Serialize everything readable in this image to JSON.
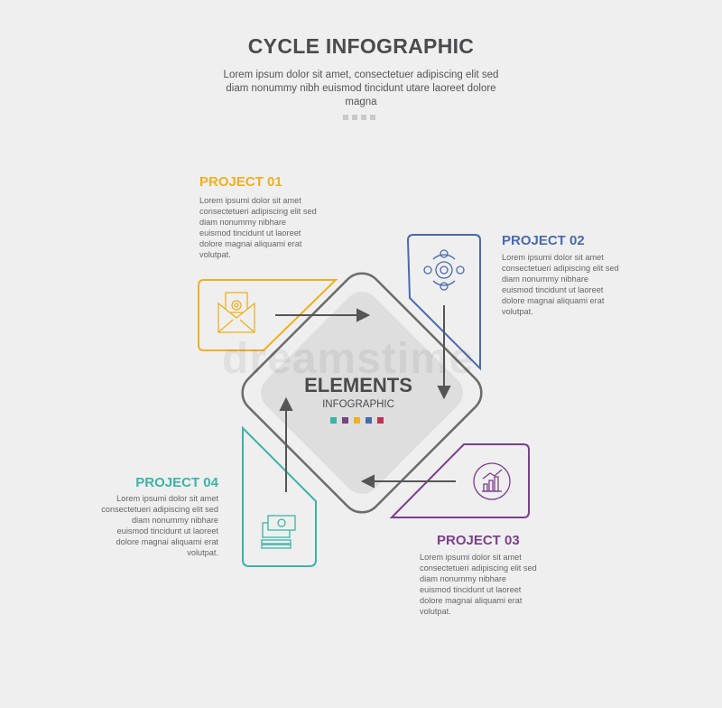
{
  "header": {
    "title": "CYCLE INFOGRAPHIC",
    "subtitle": "Lorem ipsum dolor sit amet, consectetuer adipiscing elit sed diam nonummy nibh euismod tincidunt utare laoreet dolore magna"
  },
  "center": {
    "title": "ELEMENTS",
    "subtitle": "INFOGRAPHIC"
  },
  "watermark": "dreamstime",
  "colors": {
    "p1": "#f0b01e",
    "p2": "#4a6aae",
    "p3": "#7b3f8c",
    "p4": "#3cb4a8",
    "swatches": [
      "#3cb4a8",
      "#7b3f8c",
      "#f0b01e",
      "#4a6aae",
      "#c2334d"
    ]
  },
  "projects": [
    {
      "title": "PROJECT 01",
      "text": "Lorem ipsumi dolor sit amet consectetueri adipiscing elit sed diam nonummy nibhare euismod tincidunt ut laoreet dolore magnai aliquami erat volutpat.",
      "icon": "envelope-gear-icon"
    },
    {
      "title": "PROJECT 02",
      "text": "Lorem ipsumi dolor sit amet consectetueri adipiscing elit sed diam nonummy nibhare euismod tincidunt ut laoreet dolore magnai aliquami erat volutpat.",
      "icon": "gear-network-icon"
    },
    {
      "title": "PROJECT 03",
      "text": "Lorem ipsumi dolor sit amet consectetueri adipiscing elit sed diam nonummy nibhare euismod tincidunt ut laoreet dolore magnai aliquami erat volutpat.",
      "icon": "chart-growth-icon"
    },
    {
      "title": "PROJECT 04",
      "text": "Lorem ipsumi dolor sit amet consectetueri adipiscing elit sed diam nonummy nibhare euismod tincidunt ut laoreet dolore magnai aliquami erat volutpat.",
      "icon": "money-stack-icon"
    }
  ]
}
